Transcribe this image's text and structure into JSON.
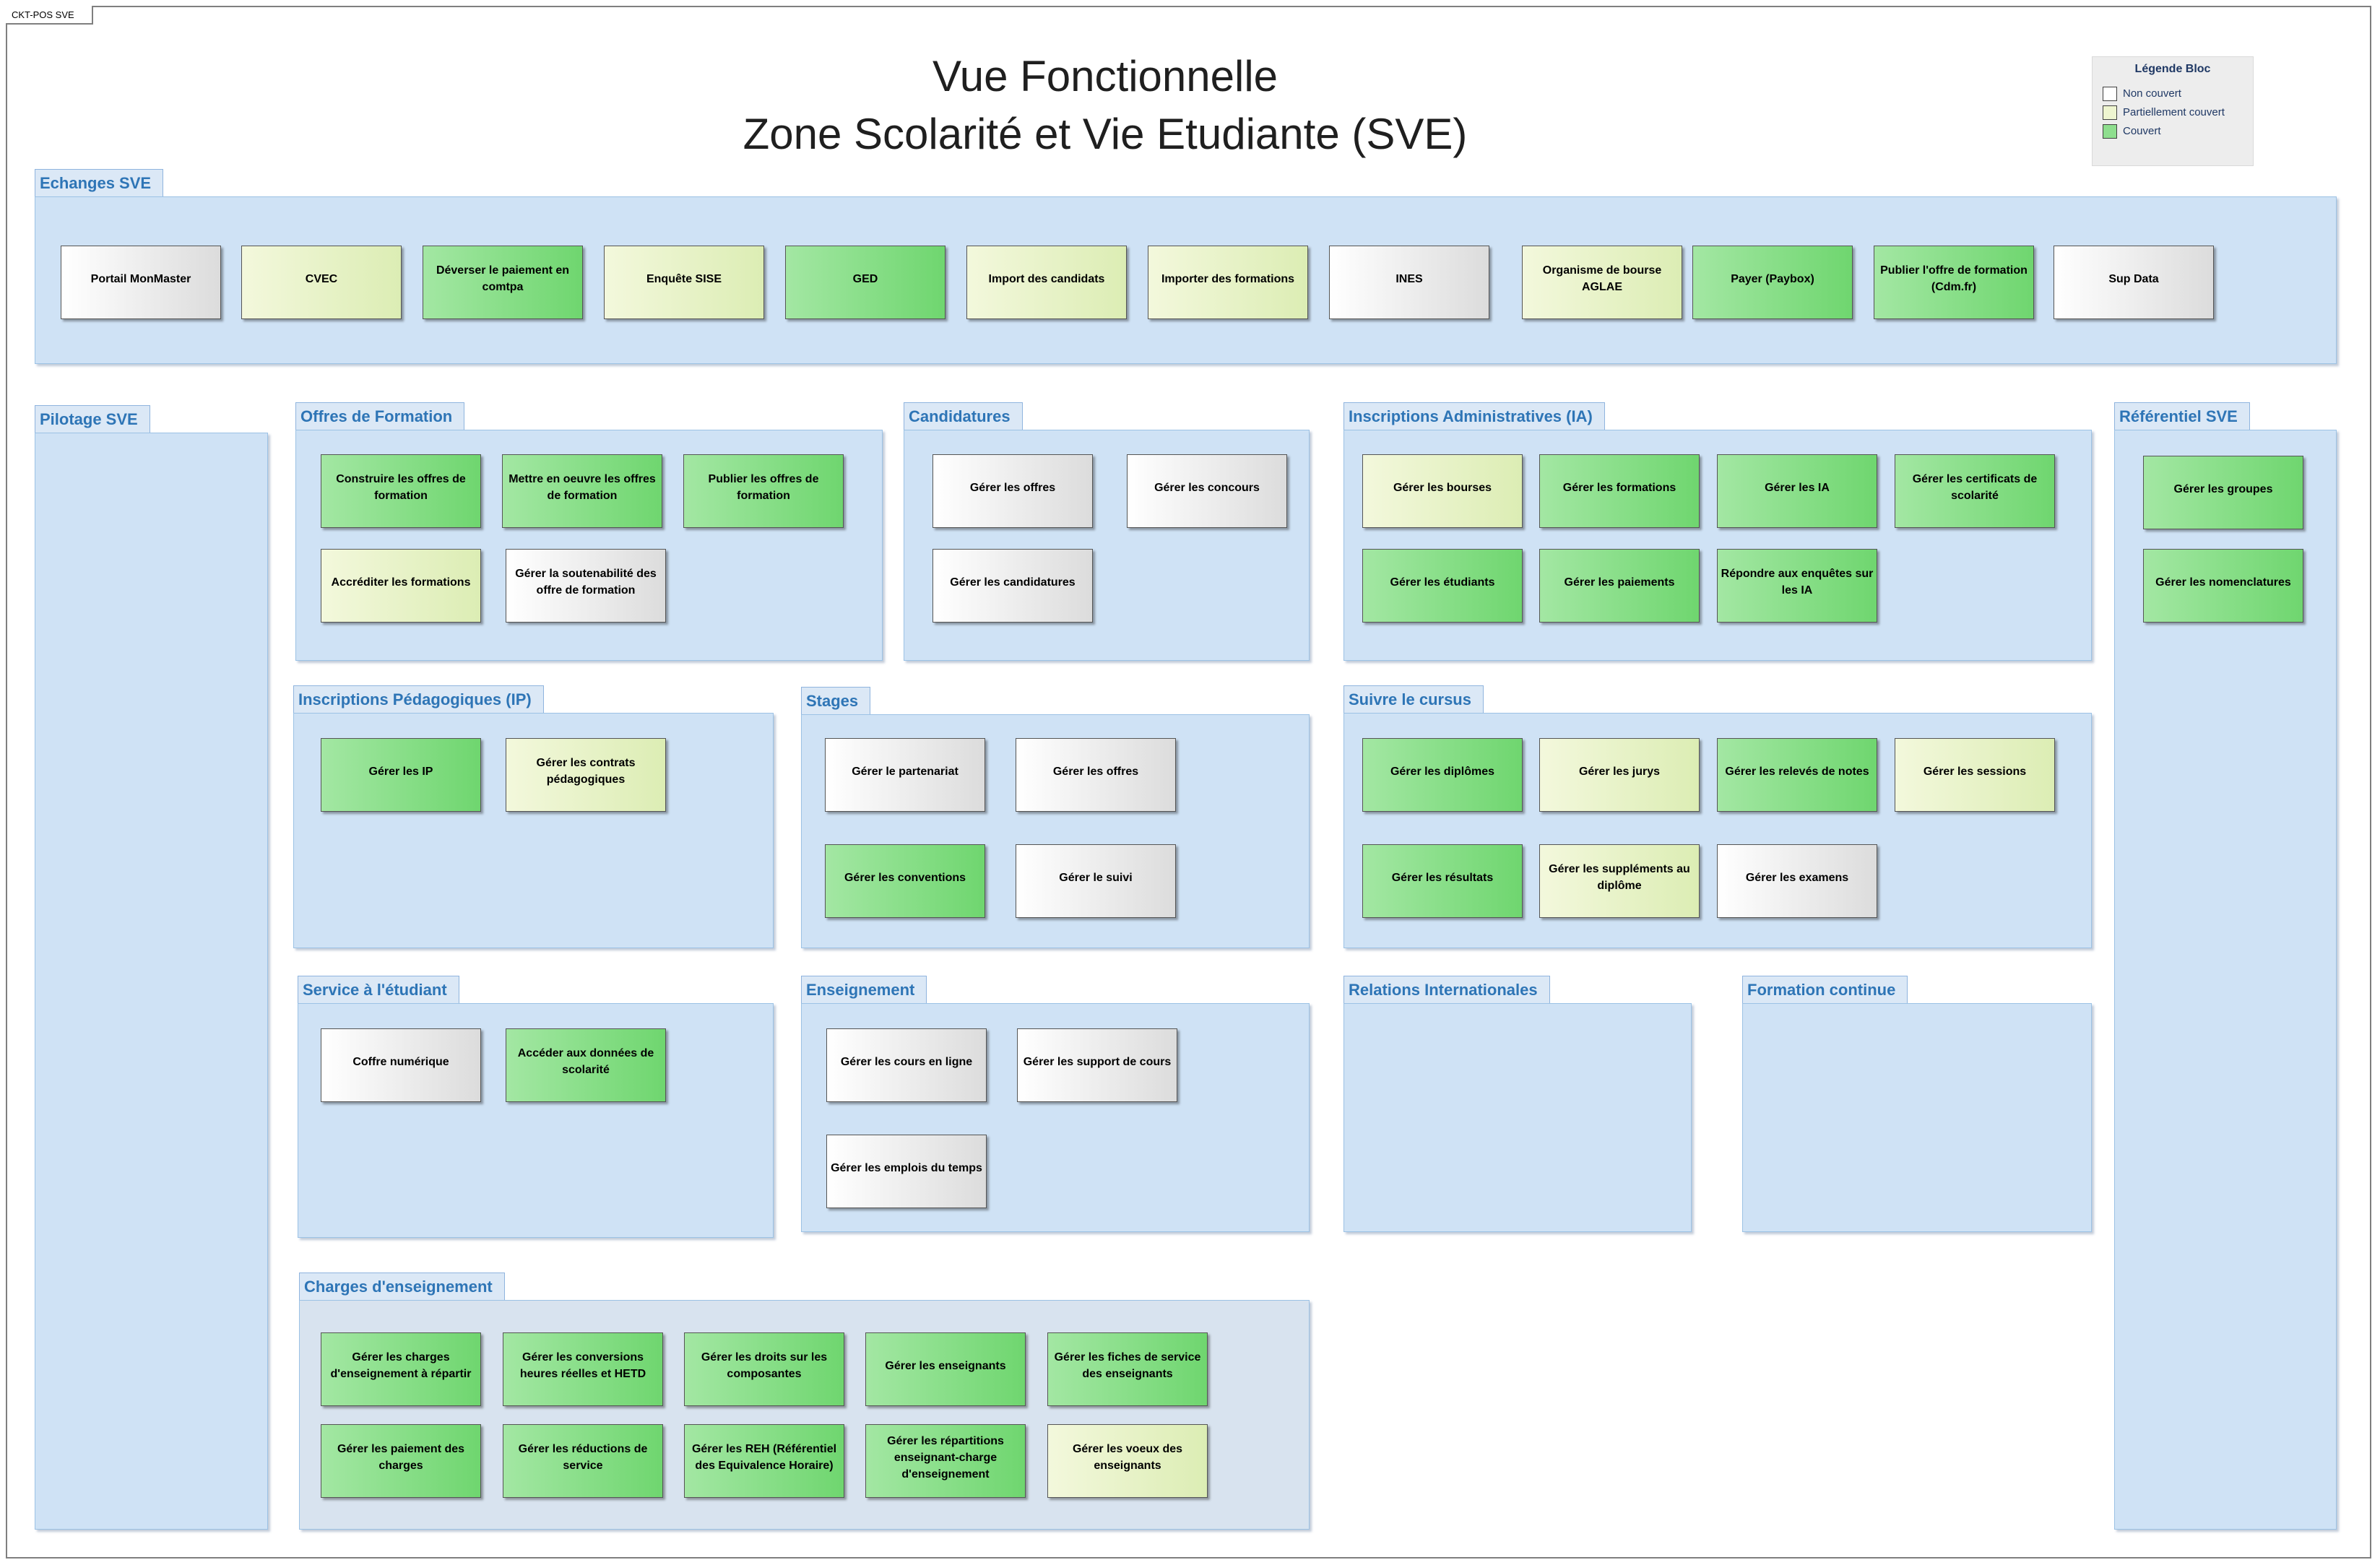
{
  "frame_tab": "CKT-POS SVE",
  "title_line1": "Vue Fonctionnelle",
  "title_line2": "Zone Scolarité et Vie Etudiante (SVE)",
  "legend": {
    "title": "Légende Bloc",
    "items": [
      {
        "label": "Non couvert",
        "color": "#ffffff"
      },
      {
        "label": "Partiellement couvert",
        "color": "#eef5d0"
      },
      {
        "label": "Couvert",
        "color": "#8ede8e"
      }
    ]
  },
  "colors": {
    "covered": "#8ede8e",
    "partial": "#eef5d0",
    "not_covered": "#ffffff",
    "group_fill": "#cfe2f5",
    "group_label": "#2e75b6"
  },
  "groups": {
    "echanges": {
      "label": "Echanges SVE",
      "items": [
        {
          "label": "Portail MonMaster",
          "status": "non"
        },
        {
          "label": "CVEC",
          "status": "part"
        },
        {
          "label": "Déverser le paiement en comtpa",
          "status": "cov"
        },
        {
          "label": "Enquête SISE",
          "status": "part"
        },
        {
          "label": "GED",
          "status": "cov"
        },
        {
          "label": "Import des candidats",
          "status": "part"
        },
        {
          "label": "Importer des formations",
          "status": "part"
        },
        {
          "label": "INES",
          "status": "non"
        },
        {
          "label": "Organisme de bourse AGLAE",
          "status": "part"
        },
        {
          "label": "Payer (Paybox)",
          "status": "cov"
        },
        {
          "label": "Publier l'offre de formation (Cdm.fr)",
          "status": "cov"
        },
        {
          "label": "Sup Data",
          "status": "non"
        }
      ]
    },
    "pilotage": {
      "label": "Pilotage SVE",
      "items": []
    },
    "offres": {
      "label": "Offres de Formation",
      "items": [
        {
          "label": "Construire les offres de formation",
          "status": "cov"
        },
        {
          "label": "Mettre en oeuvre les offres de formation",
          "status": "cov"
        },
        {
          "label": "Publier les offres de formation",
          "status": "cov"
        },
        {
          "label": "Accréditer les formations",
          "status": "part"
        },
        {
          "label": "Gérer la soutenabilité des offre de formation",
          "status": "non"
        }
      ]
    },
    "candidatures": {
      "label": "Candidatures",
      "items": [
        {
          "label": "Gérer les offres",
          "status": "non"
        },
        {
          "label": "Gérer les concours",
          "status": "non"
        },
        {
          "label": "Gérer les candidatures",
          "status": "non"
        }
      ]
    },
    "ia": {
      "label": "Inscriptions Administratives (IA)",
      "items": [
        {
          "label": "Gérer les bourses",
          "status": "part"
        },
        {
          "label": "Gérer les formations",
          "status": "cov"
        },
        {
          "label": "Gérer les IA",
          "status": "cov"
        },
        {
          "label": "Gérer les certificats de scolarité",
          "status": "cov"
        },
        {
          "label": "Gérer les étudiants",
          "status": "cov"
        },
        {
          "label": "Gérer les paiements",
          "status": "cov"
        },
        {
          "label": "Répondre aux enquêtes sur les IA",
          "status": "cov"
        }
      ]
    },
    "referentiel": {
      "label": "Référentiel SVE",
      "items": [
        {
          "label": "Gérer les groupes",
          "status": "cov"
        },
        {
          "label": "Gérer les nomenclatures",
          "status": "cov"
        }
      ]
    },
    "ip": {
      "label": "Inscriptions Pédagogiques (IP)",
      "items": [
        {
          "label": "Gérer les IP",
          "status": "cov"
        },
        {
          "label": "Gérer les contrats pédagogiques",
          "status": "part"
        }
      ]
    },
    "stages": {
      "label": "Stages",
      "items": [
        {
          "label": "Gérer le partenariat",
          "status": "non"
        },
        {
          "label": "Gérer les offres",
          "status": "non"
        },
        {
          "label": "Gérer les conventions",
          "status": "cov"
        },
        {
          "label": "Gérer le suivi",
          "status": "non"
        }
      ]
    },
    "cursus": {
      "label": "Suivre le cursus",
      "items": [
        {
          "label": "Gérer les diplômes",
          "status": "cov"
        },
        {
          "label": "Gérer les jurys",
          "status": "part"
        },
        {
          "label": "Gérer les relevés de notes",
          "status": "cov"
        },
        {
          "label": "Gérer les sessions",
          "status": "part"
        },
        {
          "label": "Gérer les résultats",
          "status": "cov"
        },
        {
          "label": "Gérer les suppléments au diplôme",
          "status": "part"
        },
        {
          "label": "Gérer les examens",
          "status": "non"
        }
      ]
    },
    "service": {
      "label": "Service à l'étudiant",
      "items": [
        {
          "label": "Coffre numérique",
          "status": "non"
        },
        {
          "label": "Accéder aux données de scolarité",
          "status": "cov"
        }
      ]
    },
    "enseignement": {
      "label": "Enseignement",
      "items": [
        {
          "label": "Gérer les cours en ligne",
          "status": "non"
        },
        {
          "label": "Gérer les support de cours",
          "status": "non"
        },
        {
          "label": "Gérer les emplois du temps",
          "status": "non"
        }
      ]
    },
    "ri": {
      "label": "Relations Internationales",
      "items": []
    },
    "fc": {
      "label": "Formation continue",
      "items": []
    },
    "charges": {
      "label": "Charges d'enseignement",
      "items": [
        {
          "label": "Gérer les charges d'enseignement à répartir",
          "status": "cov"
        },
        {
          "label": "Gérer les conversions heures réelles et HETD",
          "status": "cov"
        },
        {
          "label": "Gérer les droits sur les composantes",
          "status": "cov"
        },
        {
          "label": "Gérer les enseignants",
          "status": "cov"
        },
        {
          "label": "Gérer les fiches de service des enseignants",
          "status": "cov"
        },
        {
          "label": "Gérer les paiement des charges",
          "status": "cov"
        },
        {
          "label": "Gérer les réductions de service",
          "status": "cov"
        },
        {
          "label": "Gérer les REH (Référentiel des Equivalence Horaire)",
          "status": "cov"
        },
        {
          "label": "Gérer les répartitions enseignant-charge d'enseignement",
          "status": "cov"
        },
        {
          "label": "Gérer les voeux des enseignants",
          "status": "part"
        }
      ]
    }
  }
}
